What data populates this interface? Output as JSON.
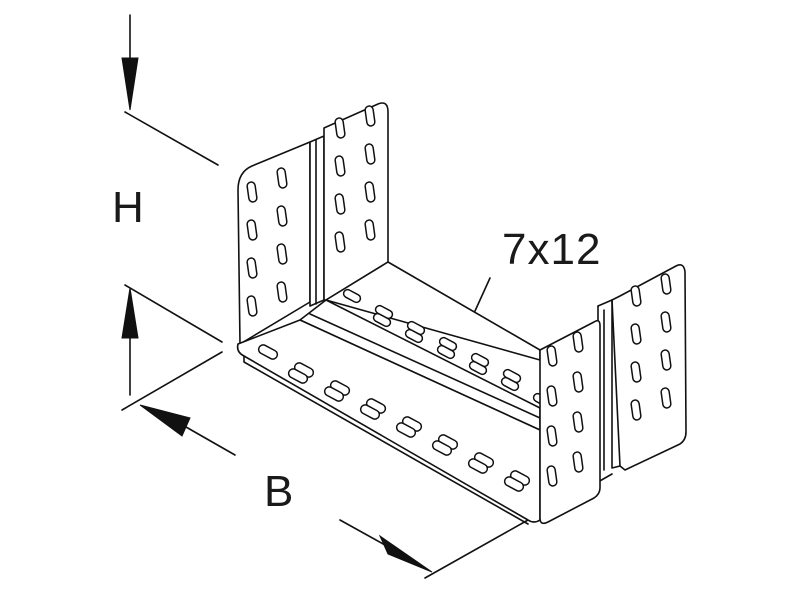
{
  "labels": {
    "height": "H",
    "width": "B",
    "slot_size": "7x12"
  },
  "colors": {
    "line": "#111111",
    "background": "#ffffff"
  }
}
